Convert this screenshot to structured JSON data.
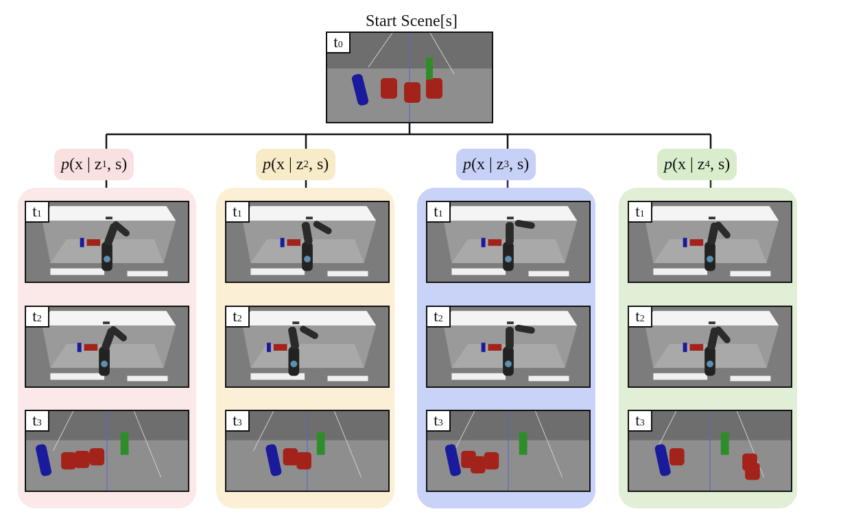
{
  "title": "Start Scene[s]",
  "start_frame": {
    "tag": "t",
    "sub": "0"
  },
  "branches": [
    {
      "p": "p",
      "open": "(x | z",
      "sub": "1",
      "close": ", s)",
      "color": "#fbe9e9"
    },
    {
      "p": "p",
      "open": "(x | z",
      "sub": "2",
      "close": ", s)",
      "color": "#fbf0d6"
    },
    {
      "p": "p",
      "open": "(x | z",
      "sub": "3",
      "close": ", s)",
      "color": "#c9d2f7"
    },
    {
      "p": "p",
      "open": "(x | z",
      "sub": "4",
      "close": ", s)",
      "color": "#e0efd5"
    }
  ],
  "timesteps": [
    {
      "tag": "t",
      "sub": "1"
    },
    {
      "tag": "t",
      "sub": "2"
    },
    {
      "tag": "t",
      "sub": "3"
    }
  ],
  "arrow_colors": [
    "#111111",
    "#111111",
    "#1f2a66",
    "#1f3d12"
  ]
}
